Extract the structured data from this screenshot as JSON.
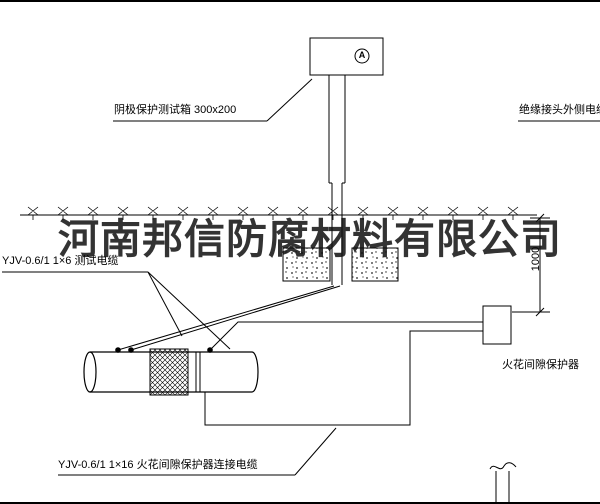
{
  "page": {
    "background": "#ffffff",
    "line_color": "#000000"
  },
  "watermark": {
    "text": "河南邦信防腐材料有限公司"
  },
  "labels": {
    "test_box": "阴极保护测试箱 300x200",
    "outer_cable": "绝缘接头外侧电缆",
    "test_cable": "YJV-0.6/1 1×6  测试电缆",
    "spark_protector": "火花间隙保护器",
    "connect_cable": "YJV-0.6/1 1×16  火花间隙保护器连接电缆",
    "meter_symbol": "A",
    "dimension_1000": "1000"
  }
}
